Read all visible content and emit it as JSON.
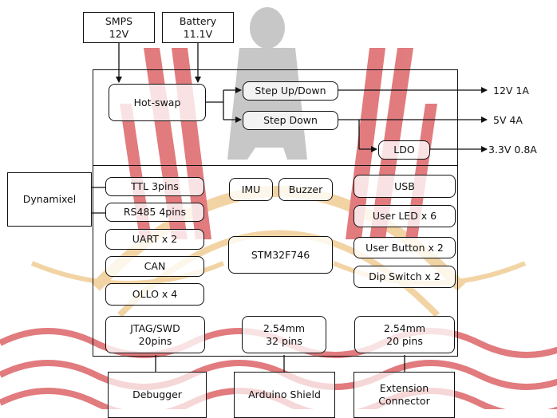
{
  "diagram": {
    "inputs": {
      "smps": "SMPS\n12V",
      "battery": "Battery\n11.1V"
    },
    "power": {
      "hot_swap": "Hot-swap",
      "step_up_down": "Step Up/Down",
      "step_down": "Step Down",
      "ldo": "LDO"
    },
    "outputs": {
      "out_12v": "12V 1A",
      "out_5v": "5V 4A",
      "out_3v3": "3.3V 0.8A"
    },
    "external": {
      "dynamixel": "Dynamixel"
    },
    "board": {
      "ttl": "TTL 3pins",
      "rs485": "RS485 4pins",
      "uart": "UART x 2",
      "can": "CAN",
      "ollo": "OLLO x 4",
      "imu": "IMU",
      "buzzer": "Buzzer",
      "mcu": "STM32F746",
      "usb": "USB",
      "user_led": "User LED x 6",
      "user_button": "User Button x 2",
      "dip_switch": "Dip Switch x 2",
      "jtag": "JTAG/SWD\n20pins",
      "header_32": "2.54mm\n32 pins",
      "header_20": "2.54mm\n20 pins"
    },
    "bottom": {
      "debugger": "Debugger",
      "arduino": "Arduino Shield",
      "extension": "Extension\nConnector"
    },
    "colors": {
      "watermark_red": "#c91016",
      "watermark_gold": "#e8b25a",
      "watermark_gray": "#9a9a9a",
      "line": "#111111"
    }
  }
}
